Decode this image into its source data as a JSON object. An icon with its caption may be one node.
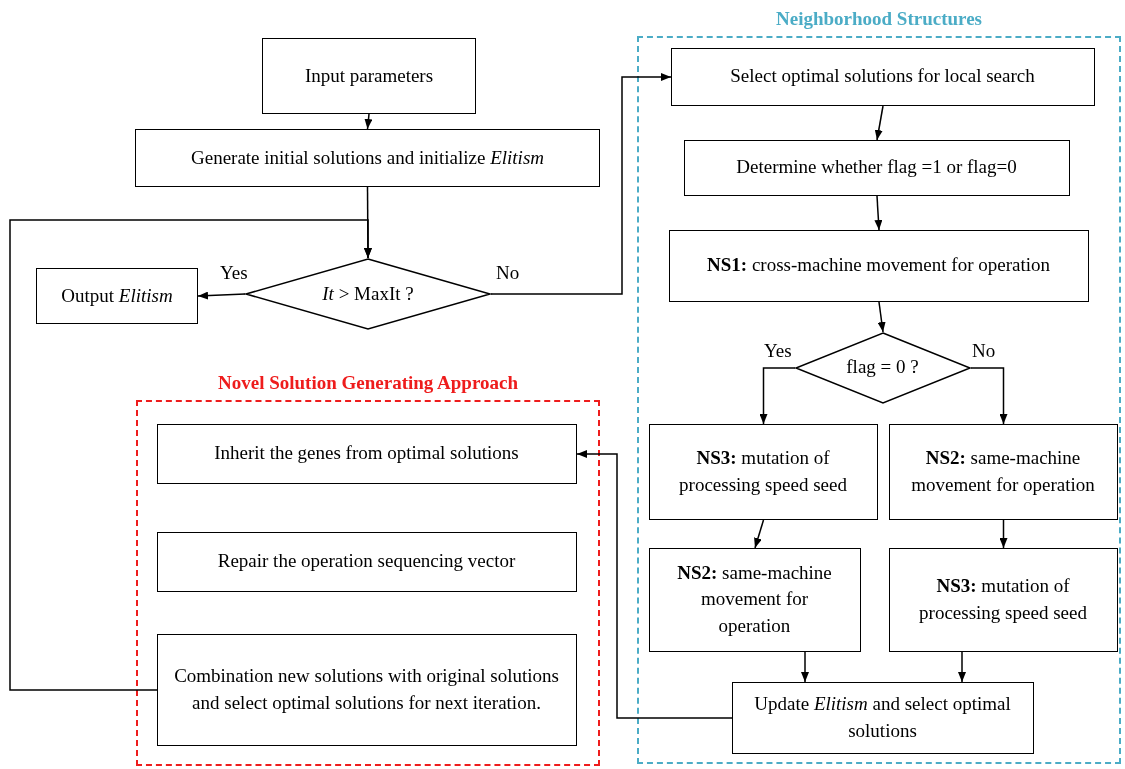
{
  "diagram": {
    "nodes": [
      {
        "text": [
          "Input parameters"
        ]
      },
      {
        "text": [
          "Generate initial solutions and initialize *Elitism*"
        ]
      },
      {
        "text": [
          "*It* > MaxIt ?"
        ]
      },
      {
        "text": [
          "Output *Elitism*"
        ]
      },
      {
        "text": [
          "Neighborhood Structures"
        ]
      },
      {
        "text": [
          "Select optimal solutions for local search"
        ],
        "in": 4
      },
      {
        "text": [
          "Determine whether flag =1 or flag=0"
        ],
        "in": 4
      },
      {
        "text": [
          "**NS1:** cross-machine movement for operation"
        ],
        "in": 4
      },
      {
        "text": [
          "flag = 0 ?"
        ],
        "in": 4
      },
      {
        "text": [
          "**NS3:**  mutation of processing speed seed"
        ],
        "in": 4
      },
      {
        "text": [
          "**NS2:** same-machine movement for operation"
        ],
        "in": 4
      },
      {
        "text": [
          "**NS2:** same-machine movement for operation"
        ],
        "in": 4
      },
      {
        "text": [
          "**NS3:**  mutation of processing speed seed"
        ],
        "in": 4
      },
      {
        "text": [
          "Update *Elitism* and select optimal solutions"
        ],
        "in": 4
      },
      {
        "text": [
          "Novel Solution Generating Approach"
        ]
      },
      {
        "text": [
          "Inherit the genes from optimal solutions"
        ],
        "in": 14
      },
      {
        "text": [
          "Repair the operation sequencing vector"
        ],
        "in": 14
      },
      {
        "text": [
          "Combination new solutions with original solutions and select optimal solutions for next iteration."
        ],
        "in": 14
      }
    ],
    "edges": [
      {
        "from": 0,
        "to": 1,
        "arrow": "to"
      },
      {
        "from": 1,
        "to": 2,
        "arrow": "to"
      },
      {
        "from": 17,
        "to": 2,
        "arrow": "to"
      },
      {
        "from": 2,
        "to": 3,
        "arrow": "to",
        "label": "Yes"
      },
      {
        "from": 2,
        "to": 5,
        "arrow": "to",
        "label": "No"
      },
      {
        "from": 5,
        "to": 6,
        "arrow": "to"
      },
      {
        "from": 6,
        "to": 7,
        "arrow": "to"
      },
      {
        "from": 7,
        "to": 8,
        "arrow": "to"
      },
      {
        "from": 8,
        "to": 9,
        "arrow": "to",
        "label": "Yes"
      },
      {
        "from": 8,
        "to": 10,
        "arrow": "to",
        "label": "No"
      },
      {
        "from": 9,
        "to": 11,
        "arrow": "to"
      },
      {
        "from": 10,
        "to": 12,
        "arrow": "to"
      },
      {
        "from": 11,
        "to": 13,
        "arrow": "to"
      },
      {
        "from": 12,
        "to": 13,
        "arrow": "to"
      },
      {
        "from": 13,
        "to": 15,
        "arrow": "to"
      }
    ]
  }
}
